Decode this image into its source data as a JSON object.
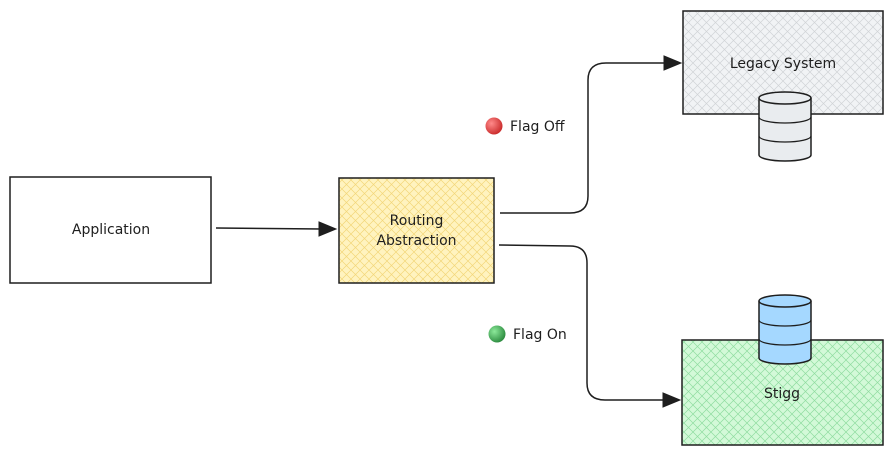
{
  "nodes": {
    "application": {
      "label": "Application"
    },
    "routing": {
      "label_line1": "Routing",
      "label_line2": "Abstraction",
      "fill": "#fff3bf"
    },
    "legacy": {
      "label": "Legacy System",
      "fill": "#f1f3f5"
    },
    "stigg": {
      "label": "Stigg",
      "fill": "#d3f9d8"
    }
  },
  "edges": {
    "flag_off": {
      "label": "Flag Off",
      "indicator_color": "#e03131"
    },
    "flag_on": {
      "label": "Flag On",
      "indicator_color": "#2f9e44"
    }
  },
  "databases": {
    "legacy_db": {
      "fill": "#e9ecef"
    },
    "stigg_db": {
      "fill": "#a5d8ff"
    }
  },
  "colors": {
    "stroke": "#1e1e1e",
    "text": "#1e1e1e"
  }
}
